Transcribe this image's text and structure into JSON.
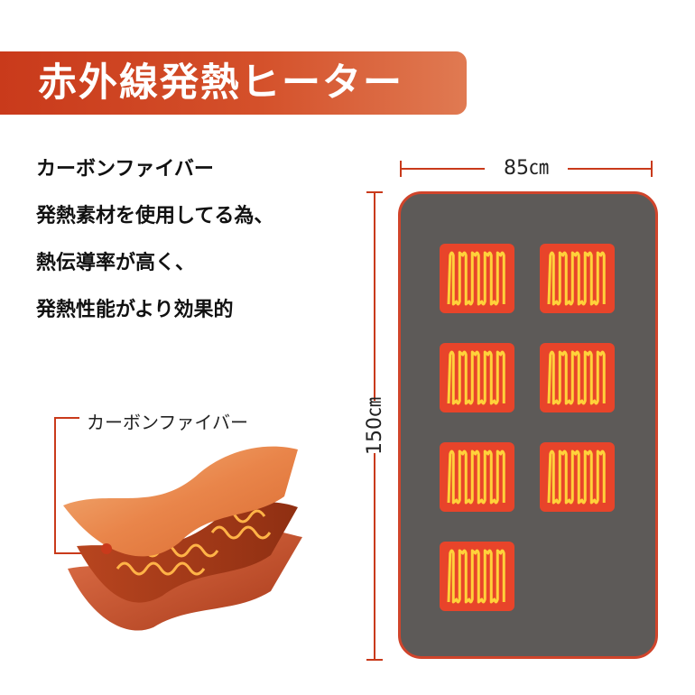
{
  "banner": {
    "title": "赤外線発熱ヒーター"
  },
  "description": {
    "lines": [
      "カーボンファイバー",
      "発熱素材を使用してる為、",
      "熱伝導率が高く、",
      "発熱性能がより効果的"
    ]
  },
  "dimensions": {
    "width_label": "85㎝",
    "height_label": "150㎝"
  },
  "heating_pads": {
    "count": 7
  },
  "layers_illustration": {
    "label": "カーボンファイバー"
  },
  "colors": {
    "accent": "#c93a1b",
    "mat": "#5d5a58",
    "pad_fill": "#e8442a",
    "pad_coil": "#ffd23a"
  }
}
